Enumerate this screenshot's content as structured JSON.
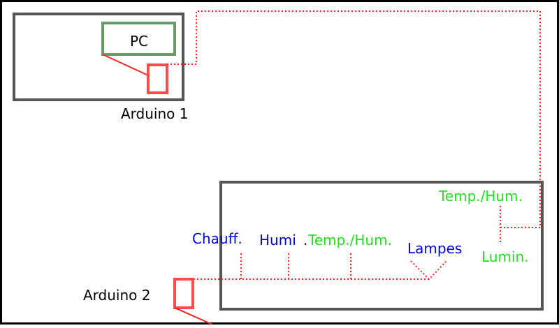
{
  "labels": {
    "pc": "PC",
    "arduino1": "Arduino 1",
    "arduino2": "Arduino 2",
    "chauff": "Chauff.",
    "humi": "Humi",
    "humi_dot": ".",
    "temp_hum_bottom": "Temp./Hum.",
    "lampes": "Lampes",
    "temp_hum_top": "Temp./Hum.",
    "lumin": "Lumin."
  },
  "colors": {
    "frame": "#000000",
    "box": "#555555",
    "pc_box": "#6a9a6a",
    "arduino": "#ff4d4d",
    "wire": "#ff2020",
    "sensor": "#22dd22",
    "actuator": "#0000dd",
    "text": "#000000"
  }
}
